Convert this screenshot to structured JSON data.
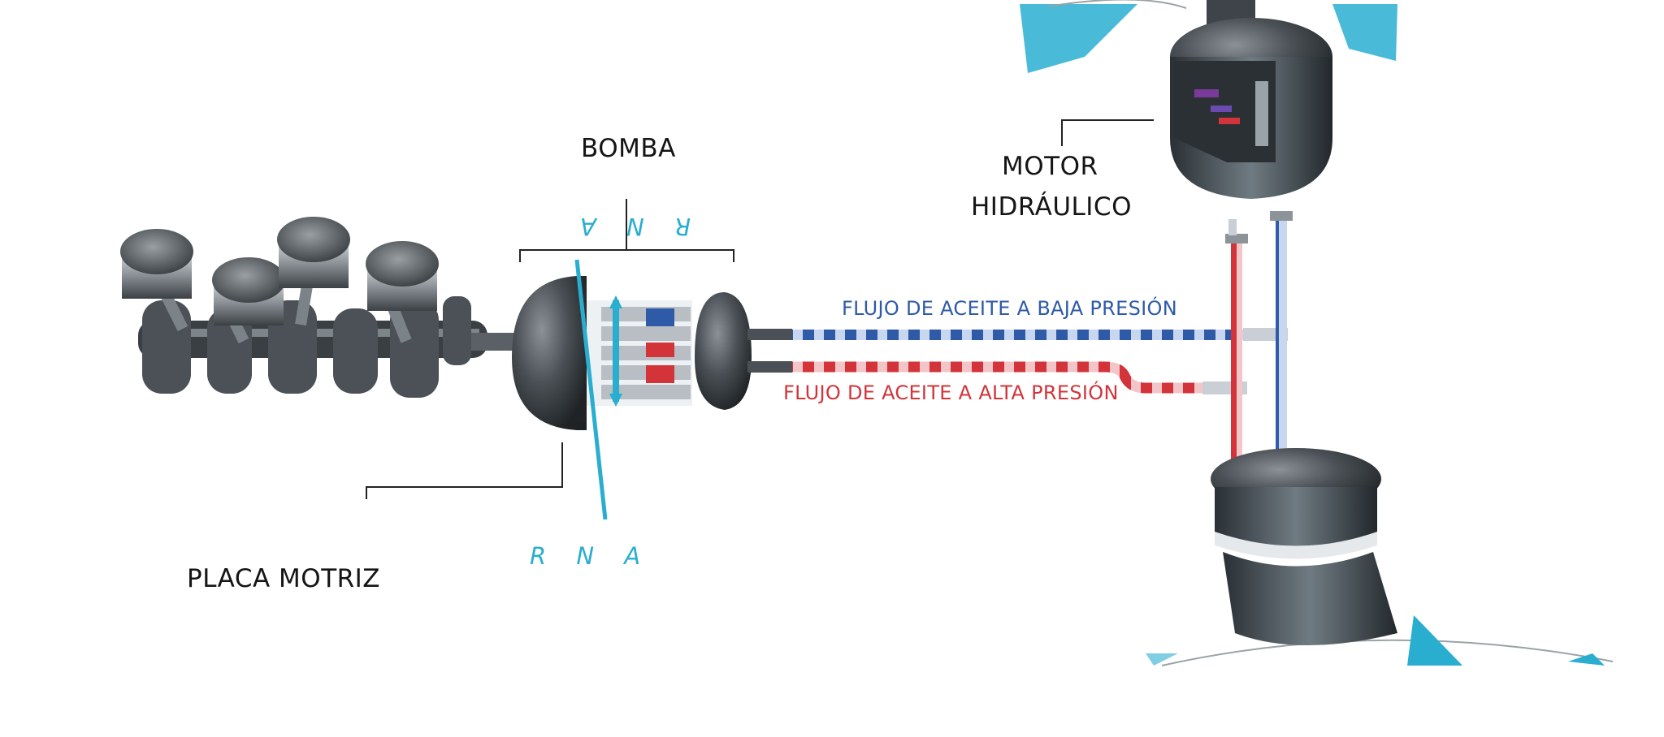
{
  "labels": {
    "bomba": "BOMBA",
    "motor_line1": "MOTOR",
    "motor_line2": "HIDRÁULICO",
    "placa": "PLACA MOTRIZ",
    "flow_low": "FLUJO DE ACEITE A BAJA PRESIÓN",
    "flow_high": "FLUJO DE ACEITE A ALTA PRESIÓN",
    "rna_top": "R N A",
    "rna_bottom": "R N A"
  },
  "colors": {
    "low_pressure": "#2e5aa8",
    "high_pressure": "#d2343a",
    "accent": "#29aed0",
    "metal_dark": "#3a3f44",
    "leader": "#222222"
  },
  "icons": [
    "engine-crankshaft-icon",
    "pump-icon",
    "hydraulic-motor-icon",
    "fan-blade-icon",
    "swashplate-icon"
  ]
}
